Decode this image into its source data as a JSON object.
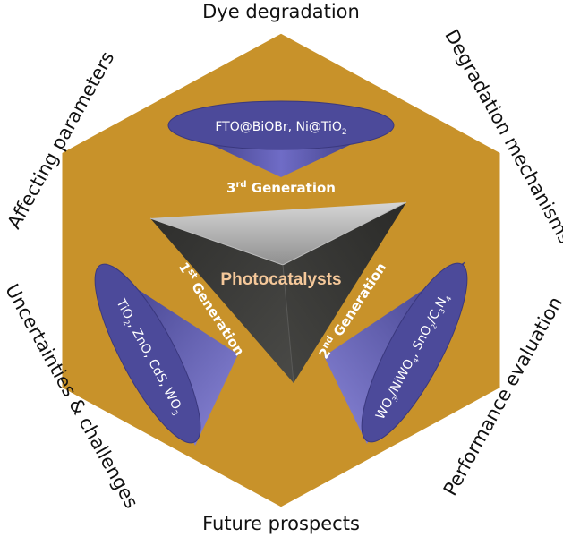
{
  "outer_labels": {
    "top": "Dye degradation",
    "top_right": "Degradation mechanisms",
    "bottom_right": "Performance evaluation",
    "bottom": "Future prospects",
    "bottom_left": "Uncertainties & challenges",
    "top_left": "Affecting parameters"
  },
  "center": {
    "label": "Photocatalysts"
  },
  "generations": {
    "third": {
      "number": "3",
      "ordinal": "rd",
      "word": " Generation"
    },
    "first": {
      "number": "1",
      "ordinal": "st",
      "word": " Generation"
    },
    "second": {
      "number": "2",
      "ordinal": "nd",
      "word": " Generation"
    }
  },
  "materials": {
    "third": {
      "a": "FTO@BiOBr, Ni@TiO",
      "a_sub": "2"
    },
    "first": {
      "a": "TiO",
      "a_sub": "2",
      "b": ", ZnO, CdS, WO",
      "b_sub": "3"
    },
    "second": {
      "a": "WO",
      "a_sub": "3",
      "b": "/NiWO",
      "b_sub": "4",
      "c": ", SnO",
      "c_sub": "2",
      "d": "/C",
      "d_sub": "3",
      "e": "N",
      "e_sub": "4"
    }
  },
  "colors": {
    "hexagon_fill": "#c8922a",
    "hexagon_stroke": "#ffffff",
    "disk_fill": "#4c4a9a",
    "cone_fill": "#6d6bc0",
    "pyramid_dark": "#3a3a38",
    "pyramid_mid": "#4a4a48",
    "pyramid_top": "#bfbfbf",
    "center_text": "#f5c89a"
  }
}
